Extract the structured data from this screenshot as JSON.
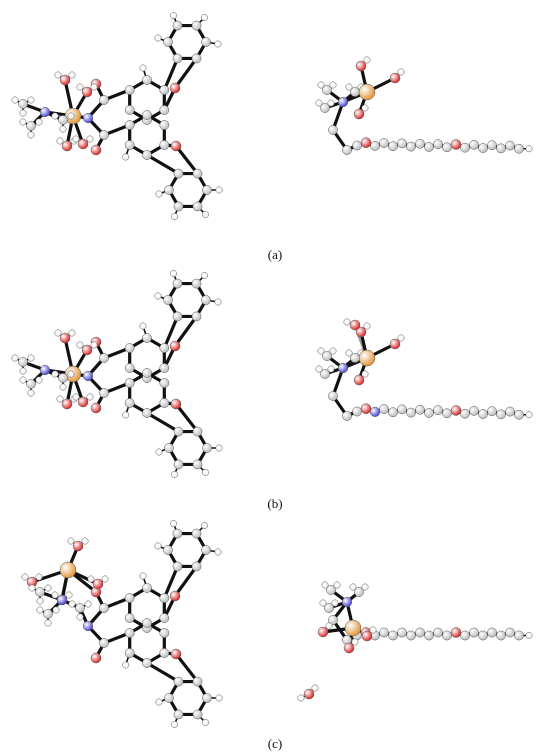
{
  "figure": {
    "panels": [
      {
        "id": "a",
        "caption": "(a)"
      },
      {
        "id": "b",
        "caption": "(b)"
      },
      {
        "id": "c",
        "caption": "(c)"
      }
    ]
  },
  "colors": {
    "carbon": "#b8b8b8",
    "hydrogen": "#f2f2f2",
    "oxygen": "#d61a1a",
    "nitrogen": "#3a3ad6",
    "metal": "#e0902c",
    "bond": "#111111"
  }
}
